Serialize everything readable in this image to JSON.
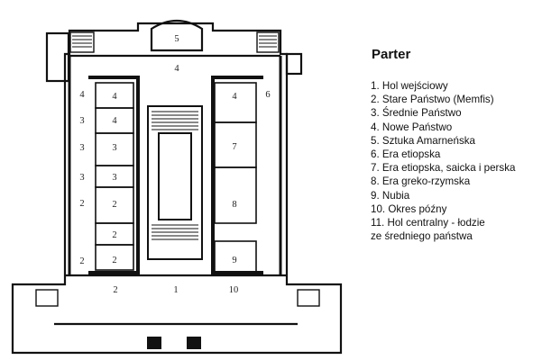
{
  "legend": {
    "title": "Parter",
    "items": [
      "1. Hol wejściowy",
      "2. Stare Państwo (Memfis)",
      "3. Średnie Państwo",
      "4. Nowe Państwo",
      "5. Sztuka Amarneńska",
      "6. Era etiopska",
      "7. Era etiopska, saicka i perska",
      "8. Era greko-rzymska",
      "9. Nubia",
      "10. Okres późny",
      "11. Hol centralny - łodzie",
      "ze średniego państwa"
    ]
  },
  "plan": {
    "room_labels": {
      "rotunda": "5",
      "north_hall": "4",
      "west_corridor_1": "4",
      "west_corridor_2": "3",
      "west_corridor_3": "3",
      "west_corridor_4": "3",
      "west_corridor_5": "2",
      "west_corridor_6": "2",
      "west_room_1": "4",
      "west_room_2": "4",
      "west_room_3": "3",
      "west_room_4": "3",
      "west_room_5": "2",
      "west_room_6": "2",
      "west_room_7": "2",
      "east_corridor": "6",
      "east_room_1": "4",
      "east_room_2": "7",
      "east_room_3": "8",
      "east_room_4": "9",
      "south_west": "2",
      "entrance_hall": "1",
      "south_east": "10"
    }
  }
}
